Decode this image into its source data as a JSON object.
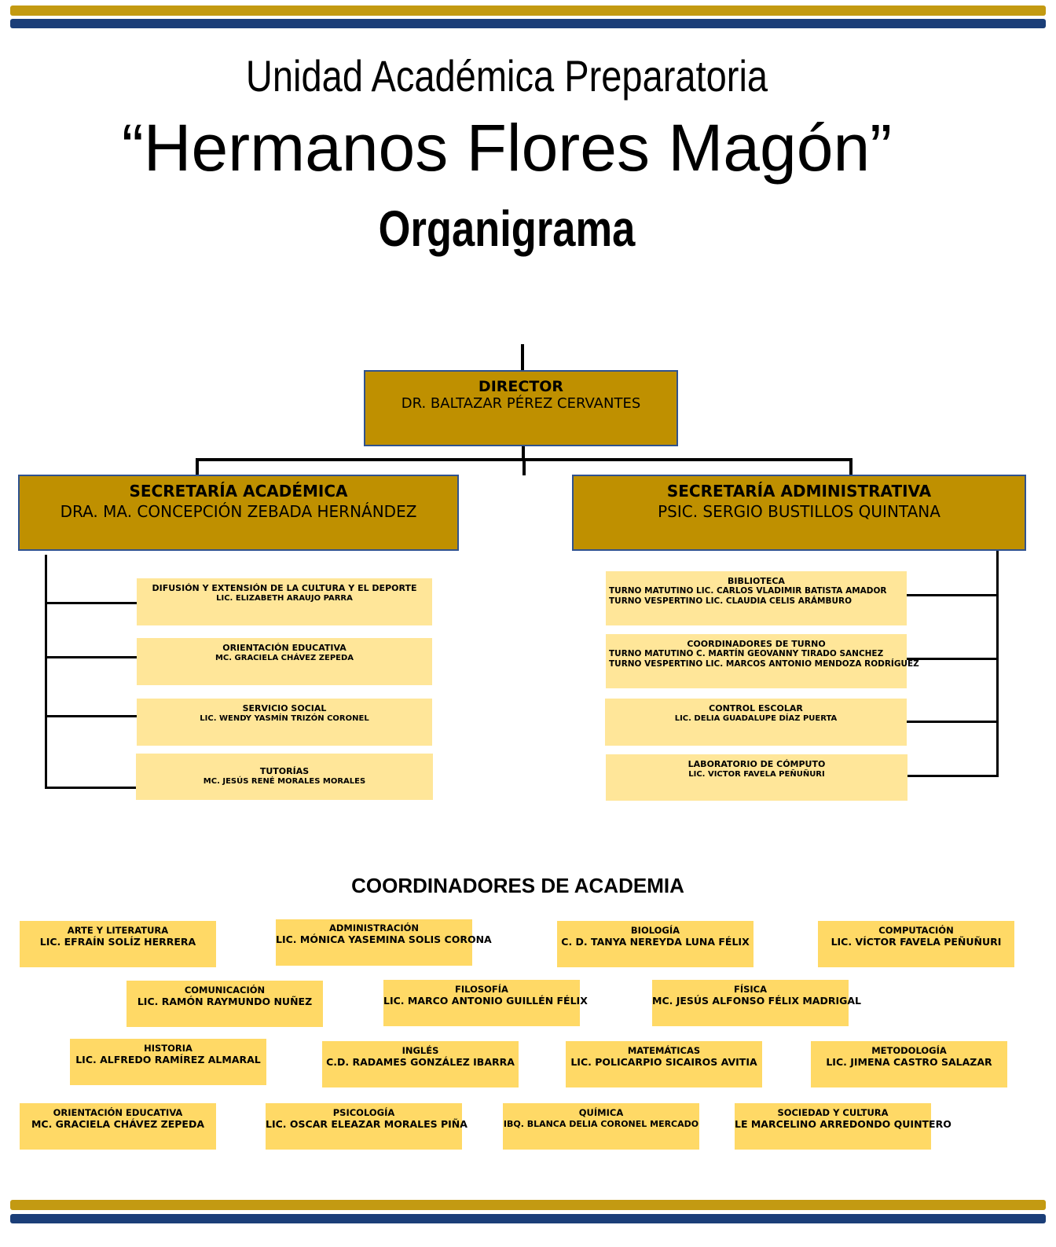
{
  "header": {
    "line1": "Unidad Académica Preparatoria",
    "line2": "“Hermanos Flores Magón”",
    "line3": "Organigrama"
  },
  "director": {
    "title": "DIRECTOR",
    "name": "DR. BALTAZAR PÉREZ CERVANTES"
  },
  "sec_academica": {
    "title": "SECRETARÍA ACADÉMICA",
    "name": "DRA. MA. CONCEPCIÓN ZEBADA HERNÁNDEZ"
  },
  "sec_admin": {
    "title": "SECRETARÍA ADMINISTRATIVA",
    "name": "PSIC. SERGIO BUSTILLOS QUINTANA"
  },
  "academica_units": [
    {
      "title": "DIFUSIÓN Y EXTENSIÓN DE LA CULTURA Y EL DEPORTE",
      "name": "LIC. ELIZABETH ARAUJO PARRA"
    },
    {
      "title": "ORIENTACIÓN EDUCATIVA",
      "name": "MC. GRACIELA CHÁVEZ ZEPEDA"
    },
    {
      "title": "SERVICIO SOCIAL",
      "name": "LIC. WENDY YASMÍN TRIZÓN CORONEL"
    },
    {
      "title": "TUTORÍAS",
      "name": "MC. JESÚS RENÉ MORALES MORALES"
    }
  ],
  "admin_units": [
    {
      "title": "BIBLIOTECA",
      "line1": "TURNO MATUTINO   LIC. CARLOS VLADIMIR BATISTA AMADOR",
      "line2": "TURNO VESPERTINO LIC. CLAUDIA CELIS ARÁMBURO"
    },
    {
      "title": "COORDINADORES DE TURNO",
      "line1": "TURNO MATUTINO   C. MARTÍN GEOVANNY TIRADO SANCHEZ",
      "line2": "TURNO VESPERTINO LIC. MARCOS ANTONIO MENDOZA RODRÍGUEZ"
    },
    {
      "title": "CONTROL ESCOLAR",
      "name": "LIC. DELIA GUADALUPE DÍAZ  PUERTA"
    },
    {
      "title": "LABORATORIO DE CÓMPUTO",
      "name": "LIC. VICTOR FAVELA PEÑUÑURI"
    }
  ],
  "academia": {
    "title": "COORDINADORES DE ACADEMIA",
    "items": [
      {
        "area": "ARTE Y LITERATURA",
        "name": "LIC. EFRAÍN SOLÍZ HERRERA"
      },
      {
        "area": "ADMINISTRACIÓN",
        "name": "LIC. MÓNICA YASEMINA SOLIS CORONA"
      },
      {
        "area": "BIOLOGÍA",
        "name": "C. D. TANYA NEREYDA LUNA FÉLIX"
      },
      {
        "area": "COMPUTACIÓN",
        "name": "LIC. VÍCTOR FAVELA PEÑUÑURI"
      },
      {
        "area": "COMUNICACIÓN",
        "name": "LIC. RAMÓN RAYMUNDO NUÑEZ"
      },
      {
        "area": "FILOSOFÍA",
        "name": "LIC. MARCO ANTONIO GUILLÉN FÉLIX"
      },
      {
        "area": "FÍSICA",
        "name": "MC. JESÚS ALFONSO FÉLIX MADRIGAL"
      },
      {
        "area": "HISTORIA",
        "name": "LIC. ALFREDO RAMÍREZ ALMARAL"
      },
      {
        "area": "INGLÉS",
        "name": "C.D. RADAMES GONZÁLEZ IBARRA"
      },
      {
        "area": "MATEMÁTICAS",
        "name": "LIC. POLICARPIO SICAIROS AVITIA"
      },
      {
        "area": "METODOLOGÍA",
        "name": "LIC. JIMENA CASTRO SALAZAR"
      },
      {
        "area": "ORIENTACIÓN EDUCATIVA",
        "name": "MC. GRACIELA CHÁVEZ ZEPEDA"
      },
      {
        "area": "PSICOLOGÍA",
        "name": "LIC. OSCAR ELEAZAR MORALES PIÑA"
      },
      {
        "area": "QUÍMICA",
        "name": "IBQ. BLANCA DELIA CORONEL MERCADO"
      },
      {
        "area": "SOCIEDAD Y CULTURA",
        "name": "LE MARCELINO ARREDONDO QUINTERO"
      }
    ]
  },
  "colors": {
    "gold": "#BF9000",
    "navy": "#1B3E78",
    "light_yellow": "#FFE699",
    "yellow": "#FFD966"
  }
}
